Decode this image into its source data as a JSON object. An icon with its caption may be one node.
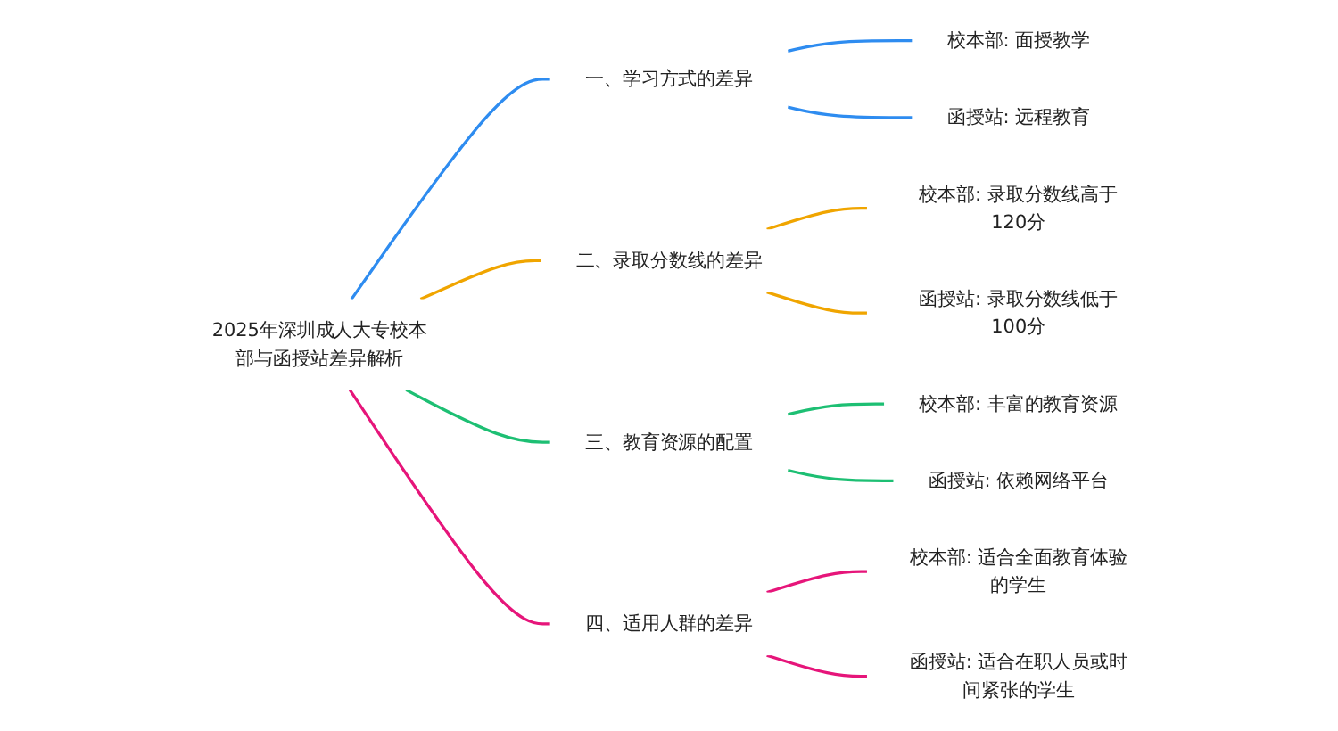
{
  "diagram": {
    "nodes": [
      {
        "text": [
          "2025年深圳成人大专校本部与函授站差异解析"
        ]
      },
      {
        "text": [
          "一、学习方式的差异"
        ]
      },
      {
        "text": [
          "校本部: 面授教学"
        ]
      },
      {
        "text": [
          "函授站: 远程教育"
        ]
      },
      {
        "text": [
          "二、录取分数线的差异"
        ]
      },
      {
        "text": [
          "校本部: 录取分数线高于120分"
        ]
      },
      {
        "text": [
          "函授站: 录取分数线低于100分"
        ]
      },
      {
        "text": [
          "三、教育资源的配置"
        ]
      },
      {
        "text": [
          "校本部: 丰富的教育资源"
        ]
      },
      {
        "text": [
          "函授站: 依赖网络平台"
        ]
      },
      {
        "text": [
          "四、适用人群的差异"
        ]
      },
      {
        "text": [
          "校本部: 适合全面教育体验的学生"
        ]
      },
      {
        "text": [
          "函授站: 适合在职人员或时间紧张的学生"
        ]
      }
    ],
    "edges": [
      {
        "from": 0,
        "to": 1,
        "arrow": "none",
        "color": "#2e8cf0"
      },
      {
        "from": 1,
        "to": 2,
        "arrow": "none",
        "color": "#2e8cf0"
      },
      {
        "from": 1,
        "to": 3,
        "arrow": "none",
        "color": "#2e8cf0"
      },
      {
        "from": 0,
        "to": 4,
        "arrow": "none",
        "color": "#f0a500"
      },
      {
        "from": 4,
        "to": 5,
        "arrow": "none",
        "color": "#f0a500"
      },
      {
        "from": 4,
        "to": 6,
        "arrow": "none",
        "color": "#f0a500"
      },
      {
        "from": 0,
        "to": 7,
        "arrow": "none",
        "color": "#1dbf73"
      },
      {
        "from": 7,
        "to": 8,
        "arrow": "none",
        "color": "#1dbf73"
      },
      {
        "from": 7,
        "to": 9,
        "arrow": "none",
        "color": "#1dbf73"
      },
      {
        "from": 0,
        "to": 10,
        "arrow": "none",
        "color": "#e6157a"
      },
      {
        "from": 10,
        "to": 11,
        "arrow": "none",
        "color": "#e6157a"
      },
      {
        "from": 10,
        "to": 12,
        "arrow": "none",
        "color": "#e6157a"
      }
    ]
  }
}
